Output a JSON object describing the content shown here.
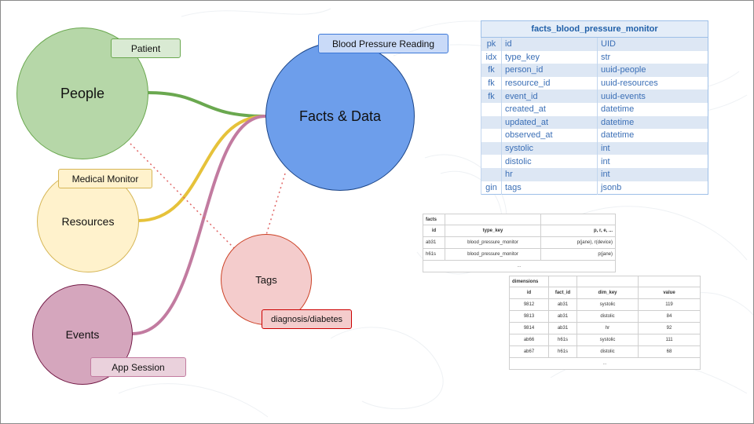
{
  "nodes": {
    "people": "People",
    "facts": "Facts & Data",
    "resources": "Resources",
    "tags": "Tags",
    "events": "Events"
  },
  "labels": {
    "patient": "Patient",
    "bp_reading": "Blood Pressure Reading",
    "medical_monitor": "Medical Monitor",
    "diagnosis": "diagnosis/diabetes",
    "app_session": "App Session"
  },
  "colors": {
    "people": "#b6d7a8",
    "facts": "#6d9eeb",
    "resources": "#fff2cc",
    "tags": "#f4cccc",
    "events": "#d5a6bd",
    "link_people": "#6aa84f",
    "link_resources": "#e6c23a",
    "link_events": "#c27ba0",
    "dotted": "#e06666"
  },
  "schema_table": {
    "title": "facts_blood_pressure_monitor",
    "rows": [
      {
        "key": "pk",
        "name": "id",
        "type": "UID"
      },
      {
        "key": "idx",
        "name": "type_key",
        "type": "str"
      },
      {
        "key": "fk",
        "name": "person_id",
        "type": "uuid-people"
      },
      {
        "key": "fk",
        "name": "resource_id",
        "type": "uuid-resources"
      },
      {
        "key": "fk",
        "name": "event_id",
        "type": "uuid-events"
      },
      {
        "key": "",
        "name": "created_at",
        "type": "datetime"
      },
      {
        "key": "",
        "name": "updated_at",
        "type": "datetime"
      },
      {
        "key": "",
        "name": "observed_at",
        "type": "datetime"
      },
      {
        "key": "",
        "name": "systolic",
        "type": "int"
      },
      {
        "key": "",
        "name": "distolic",
        "type": "int"
      },
      {
        "key": "",
        "name": "hr",
        "type": "int"
      },
      {
        "key": "gin",
        "name": "tags",
        "type": "jsonb"
      }
    ]
  },
  "facts_table": {
    "caption": "facts",
    "headers": [
      "id",
      "type_key",
      "p, r, e, ..."
    ],
    "rows": [
      [
        "ab31",
        "blood_pressure_monitor",
        "p(jane), r(device)"
      ],
      [
        "h61s",
        "blood_pressure_monitor",
        "p(jane)"
      ]
    ],
    "ellipsis": "..."
  },
  "dimensions_table": {
    "caption": "dimensions",
    "headers": [
      "id",
      "fact_id",
      "dim_key",
      "value"
    ],
    "rows": [
      [
        "9812",
        "ab31",
        "systolic",
        "119"
      ],
      [
        "9813",
        "ab31",
        "distolic",
        "84"
      ],
      [
        "9814",
        "ab31",
        "hr",
        "92"
      ],
      [
        "ab66",
        "h61s",
        "systolic",
        "111"
      ],
      [
        "ab67",
        "h61s",
        "distolic",
        "68"
      ]
    ],
    "ellipsis": "..."
  }
}
